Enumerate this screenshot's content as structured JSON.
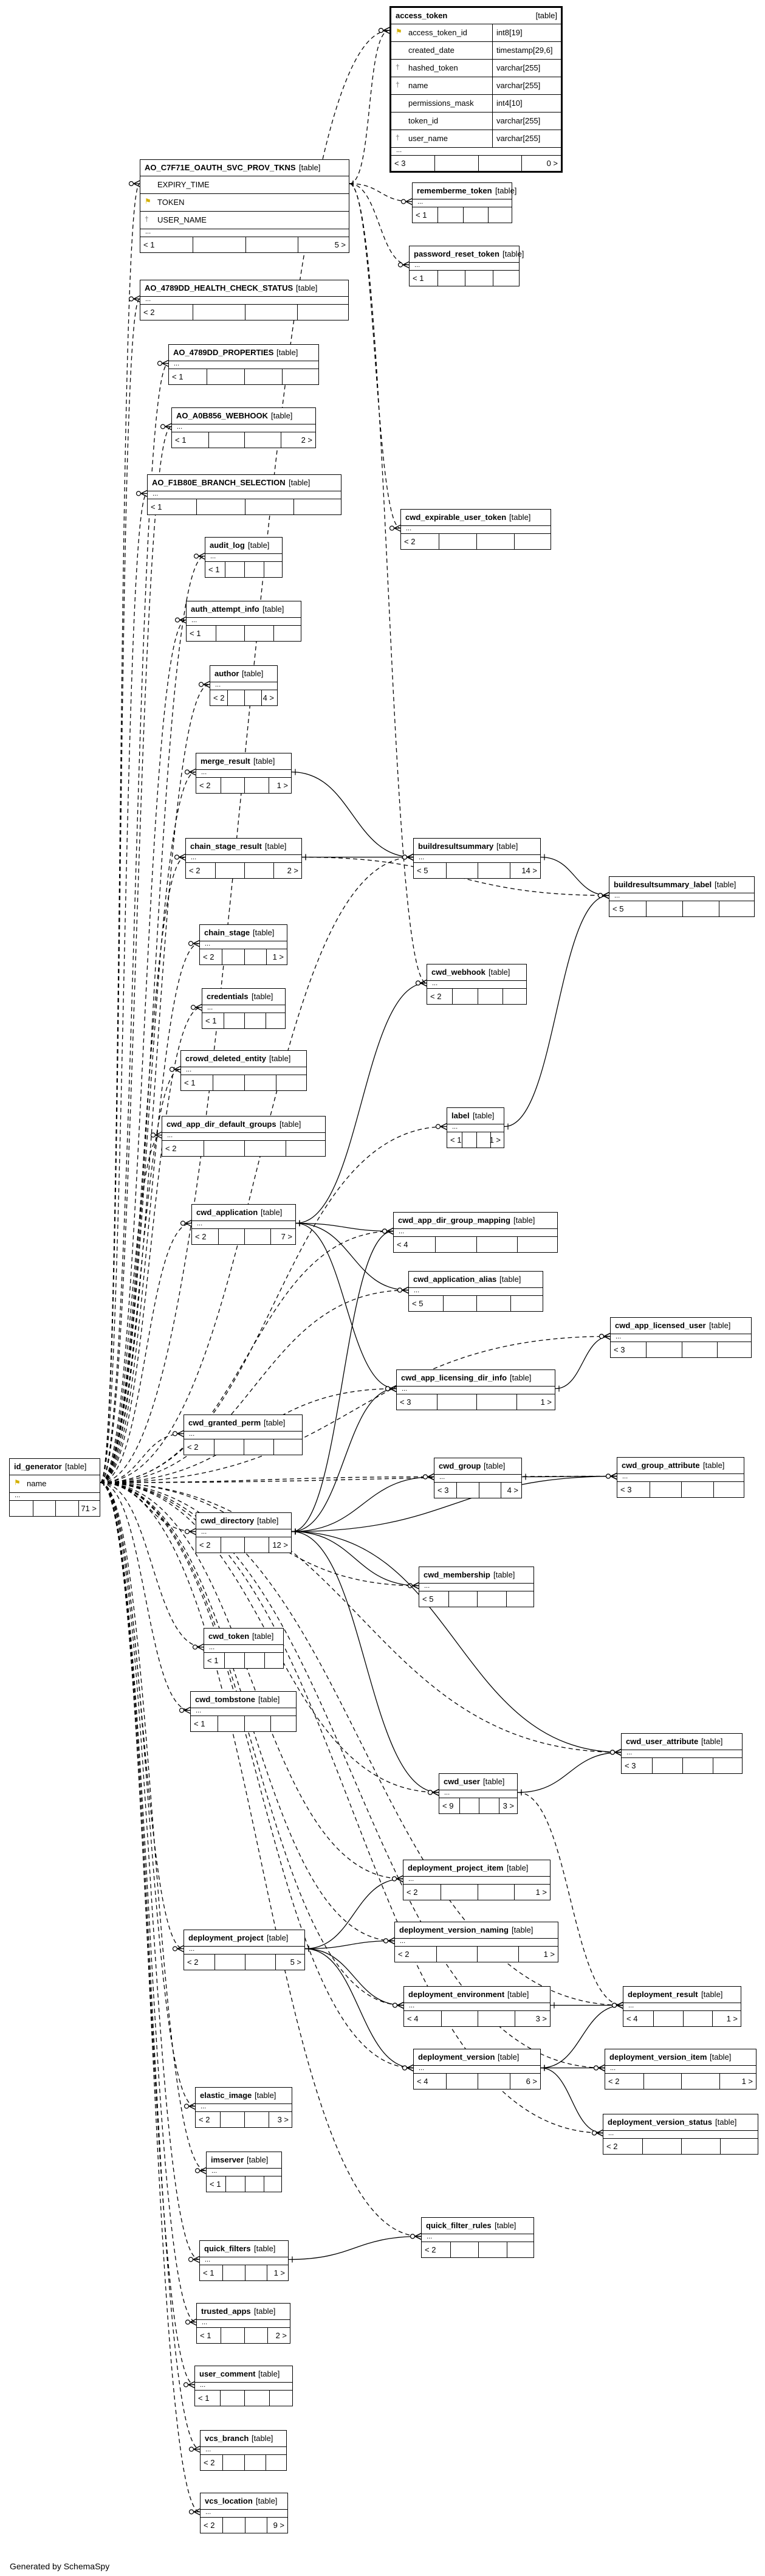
{
  "footer": "Generated by SchemaSpy",
  "table_type_label": "[table]",
  "tables": [
    {
      "id": "access_token",
      "name": "access_token",
      "count_left": "< 3",
      "count_right": "0 >",
      "highlight": true,
      "columns": [
        {
          "key": "pk",
          "name": "access_token_id",
          "type": "int8[19]"
        },
        {
          "key": "",
          "name": "created_date",
          "type": "timestamp[29,6]"
        },
        {
          "key": "fk",
          "name": "hashed_token",
          "type": "varchar[255]"
        },
        {
          "key": "fk",
          "name": "name",
          "type": "varchar[255]"
        },
        {
          "key": "",
          "name": "permissions_mask",
          "type": "int4[10]"
        },
        {
          "key": "",
          "name": "token_id",
          "type": "varchar[255]"
        },
        {
          "key": "fk",
          "name": "user_name",
          "type": "varchar[255]"
        }
      ]
    },
    {
      "id": "oauth",
      "name": "AO_C7F71E_OAUTH_SVC_PROV_TKNS",
      "count_left": "< 1",
      "count_right": "5 >",
      "columns": [
        {
          "key": "",
          "name": "EXPIRY_TIME",
          "type": ""
        },
        {
          "key": "pk",
          "name": "TOKEN",
          "type": ""
        },
        {
          "key": "fk",
          "name": "USER_NAME",
          "type": ""
        }
      ]
    },
    {
      "id": "rememberme",
      "name": "rememberme_token",
      "count_left": "< 1",
      "count_right": ""
    },
    {
      "id": "pwreset",
      "name": "password_reset_token",
      "count_left": "< 1",
      "count_right": ""
    },
    {
      "id": "health",
      "name": "AO_4789DD_HEALTH_CHECK_STATUS",
      "count_left": "< 2",
      "count_right": ""
    },
    {
      "id": "props",
      "name": "AO_4789DD_PROPERTIES",
      "count_left": "< 1",
      "count_right": ""
    },
    {
      "id": "webhook",
      "name": "AO_A0B856_WEBHOOK",
      "count_left": "< 1",
      "count_right": "2 >"
    },
    {
      "id": "branch",
      "name": "AO_F1B80E_BRANCH_SELECTION",
      "count_left": "< 1",
      "count_right": ""
    },
    {
      "id": "expirable",
      "name": "cwd_expirable_user_token",
      "count_left": "< 2",
      "count_right": ""
    },
    {
      "id": "audit",
      "name": "audit_log",
      "count_left": "< 1",
      "count_right": ""
    },
    {
      "id": "auth_attempt",
      "name": "auth_attempt_info",
      "count_left": "< 1",
      "count_right": ""
    },
    {
      "id": "author",
      "name": "author",
      "count_left": "< 2",
      "count_right": "4 >"
    },
    {
      "id": "merge",
      "name": "merge_result",
      "count_left": "< 2",
      "count_right": "1 >"
    },
    {
      "id": "buildsum",
      "name": "buildresultsummary",
      "count_left": "< 5",
      "count_right": "14 >"
    },
    {
      "id": "chainres",
      "name": "chain_stage_result",
      "count_left": "< 2",
      "count_right": "2 >"
    },
    {
      "id": "bslabel",
      "name": "buildresultsummary_label",
      "count_left": "< 5",
      "count_right": ""
    },
    {
      "id": "chainstage",
      "name": "chain_stage",
      "count_left": "< 2",
      "count_right": "1 >"
    },
    {
      "id": "cwdwebhook",
      "name": "cwd_webhook",
      "count_left": "< 2",
      "count_right": ""
    },
    {
      "id": "credentials",
      "name": "credentials",
      "count_left": "< 1",
      "count_right": ""
    },
    {
      "id": "crowddel",
      "name": "crowd_deleted_entity",
      "count_left": "< 1",
      "count_right": ""
    },
    {
      "id": "appdirdef",
      "name": "cwd_app_dir_default_groups",
      "count_left": "< 2",
      "count_right": ""
    },
    {
      "id": "label",
      "name": "label",
      "count_left": "< 1",
      "count_right": "1 >"
    },
    {
      "id": "cwdapp",
      "name": "cwd_application",
      "count_left": "< 2",
      "count_right": "7 >"
    },
    {
      "id": "appdirgm",
      "name": "cwd_app_dir_group_mapping",
      "count_left": "< 4",
      "count_right": ""
    },
    {
      "id": "appalias",
      "name": "cwd_application_alias",
      "count_left": "< 5",
      "count_right": ""
    },
    {
      "id": "applic",
      "name": "cwd_app_licensed_user",
      "count_left": "< 3",
      "count_right": ""
    },
    {
      "id": "applicdir",
      "name": "cwd_app_licensing_dir_info",
      "count_left": "< 3",
      "count_right": "1 >"
    },
    {
      "id": "grantperm",
      "name": "cwd_granted_perm",
      "count_left": "< 2",
      "count_right": ""
    },
    {
      "id": "idgen",
      "name": "id_generator",
      "count_left": "",
      "count_right": "71 >",
      "columns": [
        {
          "key": "pk",
          "name": "name",
          "type": ""
        }
      ]
    },
    {
      "id": "cwdgroup",
      "name": "cwd_group",
      "count_left": "< 3",
      "count_right": "4 >"
    },
    {
      "id": "groupattr",
      "name": "cwd_group_attribute",
      "count_left": "< 3",
      "count_right": ""
    },
    {
      "id": "cwddir",
      "name": "cwd_directory",
      "count_left": "< 2",
      "count_right": "12 >"
    },
    {
      "id": "membership",
      "name": "cwd_membership",
      "count_left": "< 5",
      "count_right": ""
    },
    {
      "id": "cwdtoken",
      "name": "cwd_token",
      "count_left": "< 1",
      "count_right": ""
    },
    {
      "id": "tombstone",
      "name": "cwd_tombstone",
      "count_left": "< 1",
      "count_right": ""
    },
    {
      "id": "userattr",
      "name": "cwd_user_attribute",
      "count_left": "< 3",
      "count_right": ""
    },
    {
      "id": "cwduser",
      "name": "cwd_user",
      "count_left": "< 9",
      "count_right": "3 >"
    },
    {
      "id": "depprojitem",
      "name": "deployment_project_item",
      "count_left": "< 2",
      "count_right": "1 >"
    },
    {
      "id": "depvernaming",
      "name": "deployment_version_naming",
      "count_left": "< 2",
      "count_right": "1 >"
    },
    {
      "id": "depproj",
      "name": "deployment_project",
      "count_left": "< 2",
      "count_right": "5 >"
    },
    {
      "id": "depenv",
      "name": "deployment_environment",
      "count_left": "< 4",
      "count_right": "3 >"
    },
    {
      "id": "depres",
      "name": "deployment_result",
      "count_left": "< 4",
      "count_right": "1 >"
    },
    {
      "id": "depver",
      "name": "deployment_version",
      "count_left": "< 4",
      "count_right": "6 >"
    },
    {
      "id": "depveritem",
      "name": "deployment_version_item",
      "count_left": "< 2",
      "count_right": "1 >"
    },
    {
      "id": "depverstat",
      "name": "deployment_version_status",
      "count_left": "< 2",
      "count_right": ""
    },
    {
      "id": "elastic",
      "name": "elastic_image",
      "count_left": "< 2",
      "count_right": "3 >"
    },
    {
      "id": "imserver",
      "name": "imserver",
      "count_left": "< 1",
      "count_right": ""
    },
    {
      "id": "qfrules",
      "name": "quick_filter_rules",
      "count_left": "< 2",
      "count_right": ""
    },
    {
      "id": "qfilters",
      "name": "quick_filters",
      "count_left": "< 1",
      "count_right": "1 >"
    },
    {
      "id": "trusted",
      "name": "trusted_apps",
      "count_left": "< 1",
      "count_right": "2 >"
    },
    {
      "id": "usercomment",
      "name": "user_comment",
      "count_left": "< 1",
      "count_right": ""
    },
    {
      "id": "vcsbranch",
      "name": "vcs_branch",
      "count_left": "< 2",
      "count_right": ""
    },
    {
      "id": "vcslocation",
      "name": "vcs_location",
      "count_left": "< 2",
      "count_right": "9 >"
    }
  ],
  "relationships": [
    {
      "child": "oauth",
      "parent": "idgen",
      "style": "dashed"
    },
    {
      "child": "health",
      "parent": "idgen",
      "style": "dashed"
    },
    {
      "child": "props",
      "parent": "idgen",
      "style": "dashed"
    },
    {
      "child": "webhook",
      "parent": "idgen",
      "style": "dashed"
    },
    {
      "child": "branch",
      "parent": "idgen",
      "style": "dashed"
    },
    {
      "child": "audit",
      "parent": "idgen",
      "style": "dashed"
    },
    {
      "child": "auth_attempt",
      "parent": "idgen",
      "style": "dashed"
    },
    {
      "child": "author",
      "parent": "idgen",
      "style": "dashed"
    },
    {
      "child": "merge",
      "parent": "idgen",
      "style": "dashed"
    },
    {
      "child": "chainres",
      "parent": "idgen",
      "style": "dashed"
    },
    {
      "child": "chainstage",
      "parent": "idgen",
      "style": "dashed"
    },
    {
      "child": "credentials",
      "parent": "idgen",
      "style": "dashed"
    },
    {
      "child": "crowddel",
      "parent": "idgen",
      "style": "dashed"
    },
    {
      "child": "appdirdef",
      "parent": "idgen",
      "style": "dashed"
    },
    {
      "child": "cwdapp",
      "parent": "idgen",
      "style": "dashed"
    },
    {
      "child": "grantperm",
      "parent": "idgen",
      "style": "dashed"
    },
    {
      "child": "cwddir",
      "parent": "idgen",
      "style": "dashed"
    },
    {
      "child": "cwdtoken",
      "parent": "idgen",
      "style": "dashed"
    },
    {
      "child": "tombstone",
      "parent": "idgen",
      "style": "dashed"
    },
    {
      "child": "depproj",
      "parent": "idgen",
      "style": "dashed"
    },
    {
      "child": "elastic",
      "parent": "idgen",
      "style": "dashed"
    },
    {
      "child": "imserver",
      "parent": "idgen",
      "style": "dashed"
    },
    {
      "child": "qfilters",
      "parent": "idgen",
      "style": "dashed"
    },
    {
      "child": "trusted",
      "parent": "idgen",
      "style": "dashed"
    },
    {
      "child": "usercomment",
      "parent": "idgen",
      "style": "dashed"
    },
    {
      "child": "vcsbranch",
      "parent": "idgen",
      "style": "dashed"
    },
    {
      "child": "vcslocation",
      "parent": "idgen",
      "style": "dashed"
    },
    {
      "child": "access_token",
      "parent": "idgen",
      "style": "dashed"
    },
    {
      "child": "cwduser",
      "parent": "idgen",
      "style": "dashed"
    },
    {
      "child": "membership",
      "parent": "idgen",
      "style": "dashed"
    },
    {
      "child": "cwdgroup",
      "parent": "idgen",
      "style": "dashed"
    },
    {
      "child": "groupattr",
      "parent": "idgen",
      "style": "dashed"
    },
    {
      "child": "userattr",
      "parent": "idgen",
      "style": "dashed"
    },
    {
      "child": "applic",
      "parent": "idgen",
      "style": "dashed"
    },
    {
      "child": "applicdir",
      "parent": "idgen",
      "style": "dashed"
    },
    {
      "child": "appdirgm",
      "parent": "idgen",
      "style": "dashed"
    },
    {
      "child": "appalias",
      "parent": "idgen",
      "style": "dashed"
    },
    {
      "child": "label",
      "parent": "idgen",
      "style": "dashed"
    },
    {
      "child": "buildsum",
      "parent": "idgen",
      "style": "dashed"
    },
    {
      "child": "depprojitem",
      "parent": "idgen",
      "style": "dashed"
    },
    {
      "child": "depvernaming",
      "parent": "idgen",
      "style": "dashed"
    },
    {
      "child": "depenv",
      "parent": "idgen",
      "style": "dashed"
    },
    {
      "child": "depver",
      "parent": "idgen",
      "style": "dashed"
    },
    {
      "child": "depres",
      "parent": "idgen",
      "style": "dashed"
    },
    {
      "child": "depveritem",
      "parent": "idgen",
      "style": "dashed"
    },
    {
      "child": "depverstat",
      "parent": "idgen",
      "style": "dashed"
    },
    {
      "child": "qfrules",
      "parent": "idgen",
      "style": "dashed"
    },
    {
      "child": "rememberme",
      "parent": "oauth",
      "style": "dashed"
    },
    {
      "child": "pwreset",
      "parent": "oauth",
      "style": "dashed"
    },
    {
      "child": "expirable",
      "parent": "oauth",
      "style": "dashed"
    },
    {
      "child": "cwdwebhook",
      "parent": "oauth",
      "style": "dashed"
    },
    {
      "child": "access_token",
      "parent": "oauth",
      "style": "dashed"
    },
    {
      "child": "buildsum",
      "parent": "merge",
      "style": "solid"
    },
    {
      "child": "buildsum",
      "parent": "chainres",
      "style": "solid"
    },
    {
      "child": "bslabel",
      "parent": "buildsum",
      "style": "solid"
    },
    {
      "child": "bslabel",
      "parent": "label",
      "style": "solid"
    },
    {
      "child": "bslabel",
      "parent": "chainres",
      "style": "dashed"
    },
    {
      "child": "cwdwebhook",
      "parent": "cwdapp",
      "style": "solid"
    },
    {
      "child": "appdirgm",
      "parent": "cwdapp",
      "style": "solid"
    },
    {
      "child": "appalias",
      "parent": "cwdapp",
      "style": "solid"
    },
    {
      "child": "applicdir",
      "parent": "cwdapp",
      "style": "solid"
    },
    {
      "child": "applic",
      "parent": "applicdir",
      "style": "solid"
    },
    {
      "child": "appdirgm",
      "parent": "cwddir",
      "style": "solid"
    },
    {
      "child": "applicdir",
      "parent": "cwddir",
      "style": "solid"
    },
    {
      "child": "cwdgroup",
      "parent": "cwddir",
      "style": "solid"
    },
    {
      "child": "groupattr",
      "parent": "cwddir",
      "style": "solid"
    },
    {
      "child": "membership",
      "parent": "cwddir",
      "style": "solid"
    },
    {
      "child": "userattr",
      "parent": "cwddir",
      "style": "solid"
    },
    {
      "child": "cwduser",
      "parent": "cwddir",
      "style": "solid"
    },
    {
      "child": "groupattr",
      "parent": "cwdgroup",
      "style": "solid"
    },
    {
      "child": "userattr",
      "parent": "cwduser",
      "style": "solid"
    },
    {
      "child": "depprojitem",
      "parent": "depproj",
      "style": "solid"
    },
    {
      "child": "depvernaming",
      "parent": "depproj",
      "style": "solid"
    },
    {
      "child": "depenv",
      "parent": "depproj",
      "style": "solid"
    },
    {
      "child": "depver",
      "parent": "depproj",
      "style": "solid"
    },
    {
      "child": "depres",
      "parent": "depenv",
      "style": "solid"
    },
    {
      "child": "depveritem",
      "parent": "depver",
      "style": "solid"
    },
    {
      "child": "depverstat",
      "parent": "depver",
      "style": "solid"
    },
    {
      "child": "depres",
      "parent": "depver",
      "style": "solid"
    },
    {
      "child": "depres",
      "parent": "cwduser",
      "style": "dashed"
    },
    {
      "child": "qfrules",
      "parent": "qfilters",
      "style": "solid"
    }
  ]
}
